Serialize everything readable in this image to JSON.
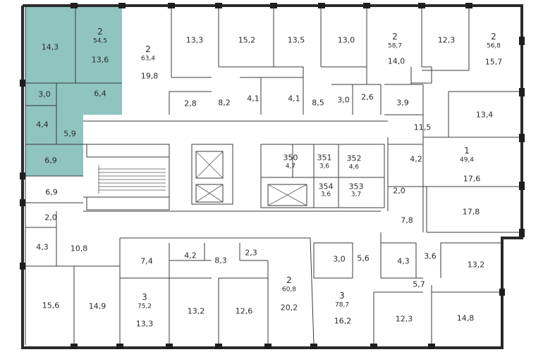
{
  "highlight_color": "#8fc4bf",
  "apartments": [
    {
      "rooms": "2",
      "area": "54,5"
    },
    {
      "rooms": "2",
      "area": "63,4"
    },
    {
      "rooms": "2",
      "area": "58,7"
    },
    {
      "rooms": "2",
      "area": "56,8"
    },
    {
      "rooms": "1",
      "area": "49,4"
    },
    {
      "rooms": "3",
      "area": "75,2"
    },
    {
      "rooms": "2",
      "area": "60,8"
    },
    {
      "rooms": "3",
      "area": "78,7"
    }
  ],
  "storage_units": [
    {
      "number": "350",
      "area": "4,7"
    },
    {
      "number": "351",
      "area": "3,6"
    },
    {
      "number": "352",
      "area": "4,6"
    },
    {
      "number": "354",
      "area": "3,6"
    },
    {
      "number": "353",
      "area": "3,7"
    }
  ],
  "rooms": [
    "14,3",
    "13,6",
    "3,0",
    "6,4",
    "4,4",
    "5,9",
    "6,9",
    "19,8",
    "2,8",
    "8,2",
    "13,3",
    "15,2",
    "4,1",
    "4,1",
    "13,5",
    "13,0",
    "8,5",
    "3,0",
    "2,6",
    "14,0",
    "12,3",
    "15,7",
    "3,9",
    "11,5",
    "13,4",
    "4,2",
    "17,6",
    "2,0",
    "17,8",
    "7,8",
    "6,9",
    "2,0",
    "4,3",
    "10,8",
    "7,4",
    "4,2",
    "8,3",
    "2,3",
    "3,0",
    "5,6",
    "4,3",
    "3,6",
    "13,2",
    "5,7",
    "15,6",
    "14,9",
    "13,3",
    "13,2",
    "12,6",
    "20,2",
    "16,2",
    "12,3",
    "14,8"
  ]
}
